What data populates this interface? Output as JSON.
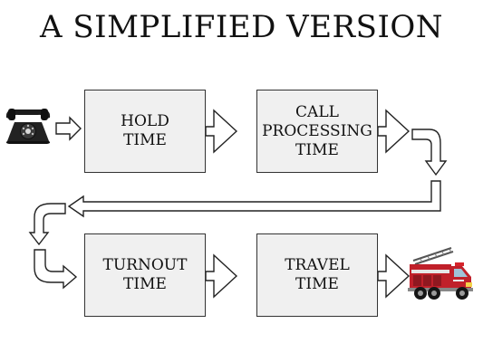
{
  "title": "A SIMPLIFIED VERSION",
  "boxes": {
    "hold": "HOLD\nTIME",
    "call_processing": "CALL\nPROCESSING\nTIME",
    "turnout": "TURNOUT\nTIME",
    "travel": "TRAVEL\nTIME"
  },
  "icons": {
    "start": "rotary-telephone",
    "end": "fire-truck"
  },
  "colors": {
    "box_fill": "#f0f0f0",
    "box_border": "#333333",
    "truck_red": "#c0202a"
  }
}
